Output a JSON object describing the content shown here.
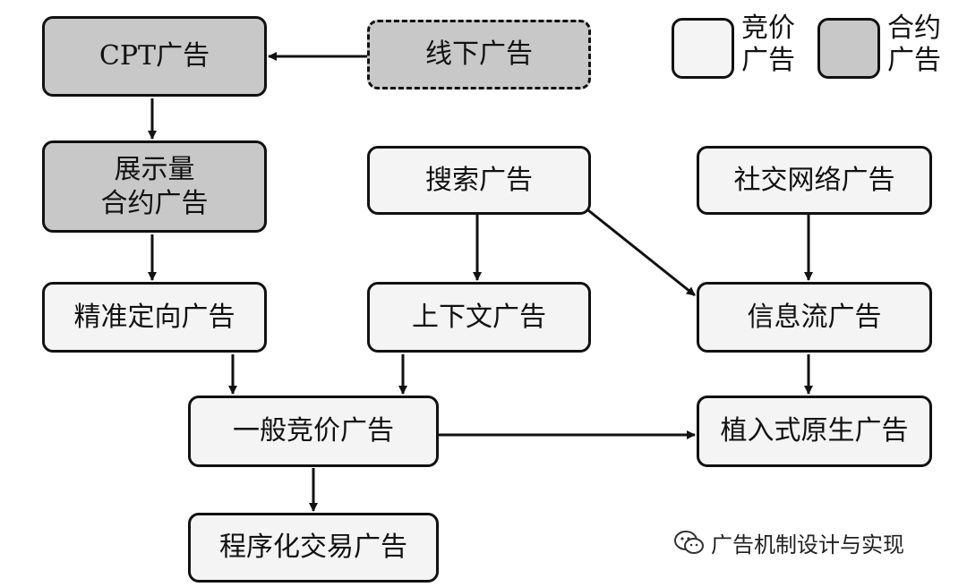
{
  "legend": {
    "bid_label": "竞价\n广告",
    "contract_label": "合约\n广告"
  },
  "colors": {
    "bid_fill": "#f4f4f4",
    "contract_fill": "#c8c8c8",
    "stroke": "#111111"
  },
  "nodes": {
    "cpt": "CPT广告",
    "offline": "线下广告",
    "impression_contract": "展示量\n合约广告",
    "search": "搜索广告",
    "social": "社交网络广告",
    "targeting": "精准定向广告",
    "contextual": "上下文广告",
    "feed": "信息流广告",
    "general_bidding": "一般竞价广告",
    "native": "植入式原生广告",
    "programmatic": "程序化交易广告"
  },
  "edges": [
    {
      "from": "offline",
      "to": "cpt"
    },
    {
      "from": "cpt",
      "to": "impression_contract"
    },
    {
      "from": "impression_contract",
      "to": "targeting"
    },
    {
      "from": "search",
      "to": "contextual"
    },
    {
      "from": "search",
      "to": "feed"
    },
    {
      "from": "social",
      "to": "feed"
    },
    {
      "from": "targeting",
      "to": "general_bidding"
    },
    {
      "from": "contextual",
      "to": "general_bidding"
    },
    {
      "from": "feed",
      "to": "native"
    },
    {
      "from": "general_bidding",
      "to": "native"
    },
    {
      "from": "general_bidding",
      "to": "programmatic"
    }
  ],
  "watermark": {
    "icon": "wechat-icon",
    "text": "广告机制设计与实现"
  }
}
